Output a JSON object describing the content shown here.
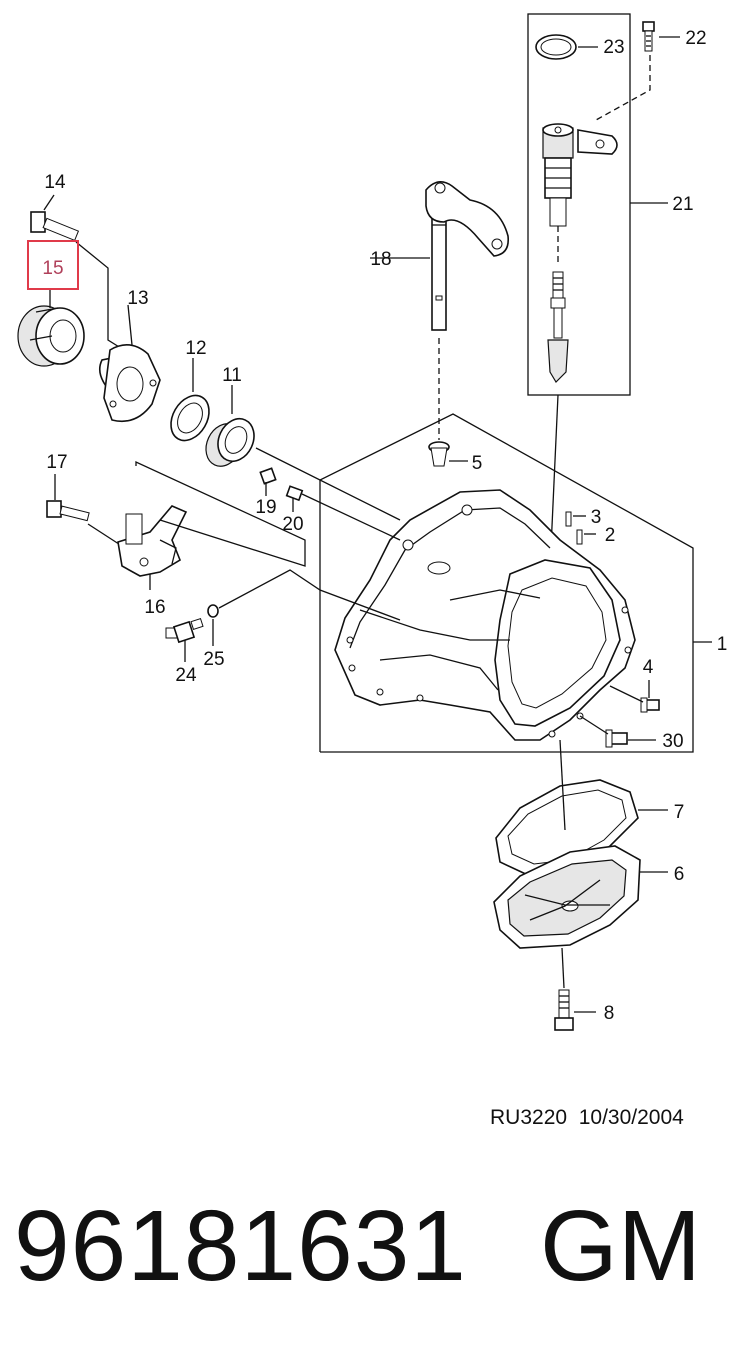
{
  "callouts": {
    "c1": "1",
    "c2": "2",
    "c3": "3",
    "c4": "4",
    "c5": "5",
    "c6": "6",
    "c7": "7",
    "c8": "8",
    "c11": "11",
    "c12": "12",
    "c13": "13",
    "c14": "14",
    "c15": "15",
    "c16": "16",
    "c17": "17",
    "c18": "18",
    "c19": "19",
    "c20": "20",
    "c21": "21",
    "c22": "22",
    "c23": "23",
    "c24": "24",
    "c25": "25",
    "c30": "30"
  },
  "highlighted_callout": "15",
  "highlight_color": "#e03a4a",
  "reference": {
    "code": "RU3220",
    "date": "10/30/2004"
  },
  "part_number": "96181631",
  "manufacturer": "GM"
}
